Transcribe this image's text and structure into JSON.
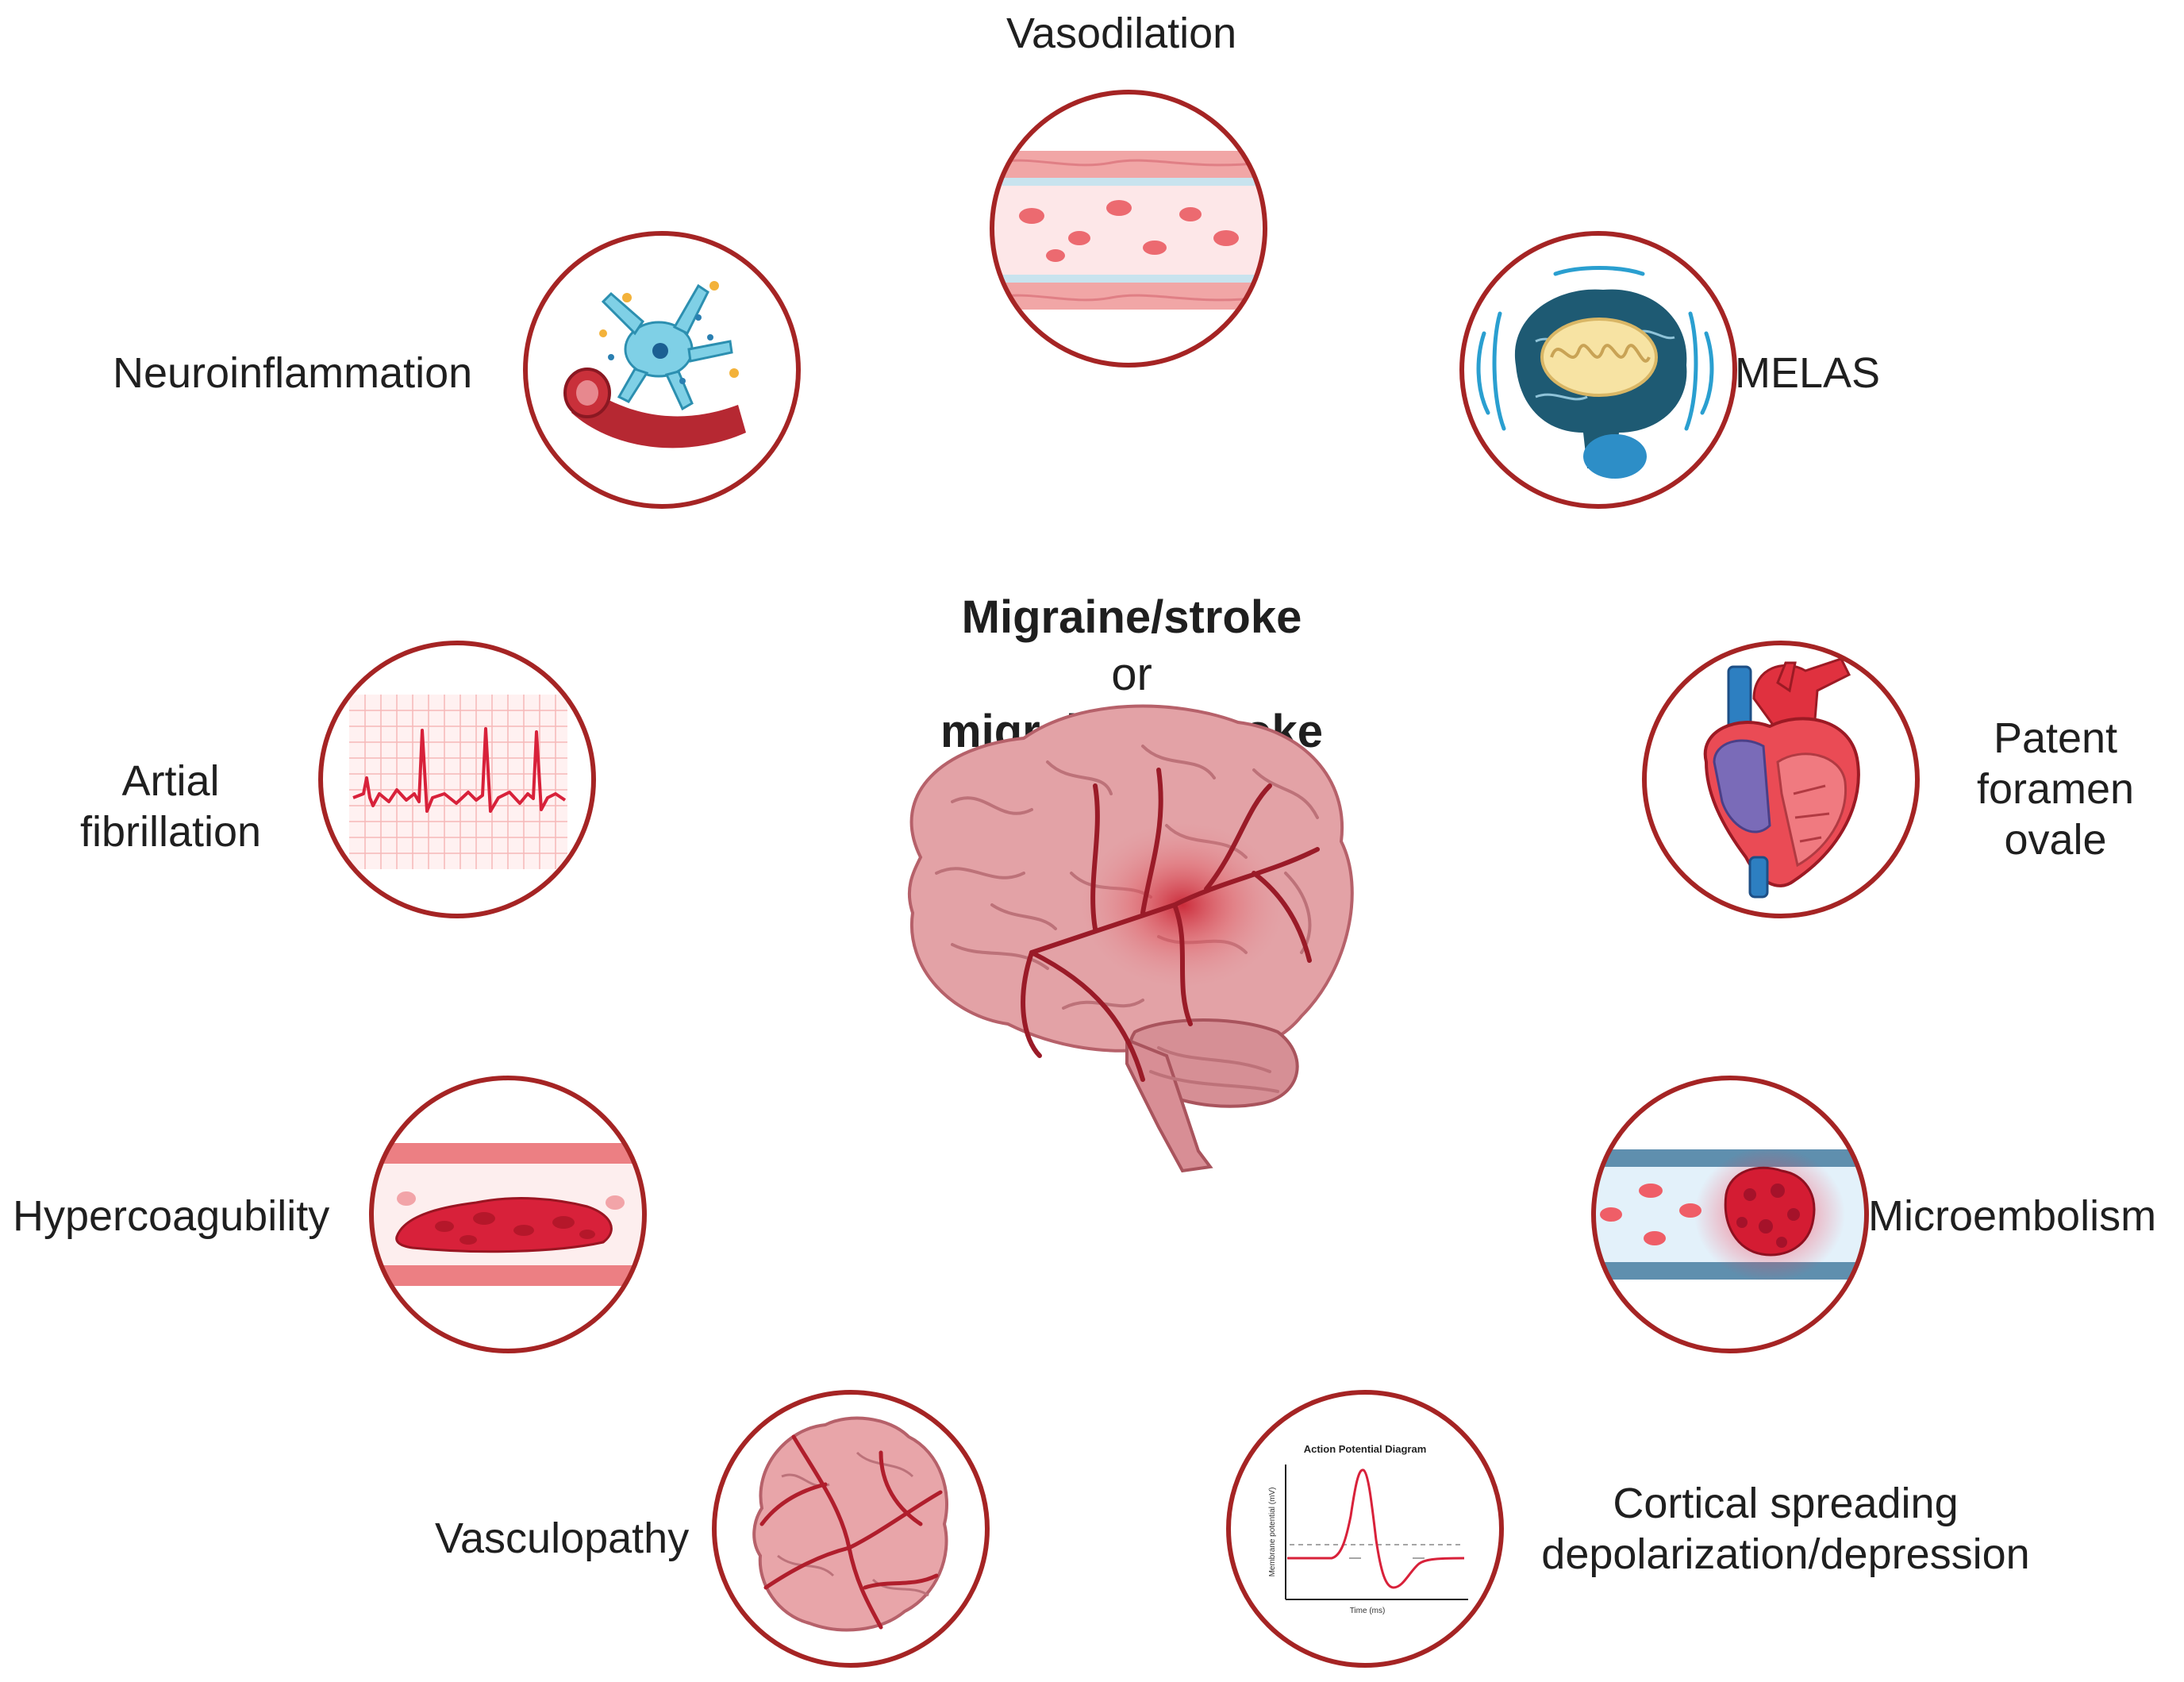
{
  "center": {
    "line1": "Migraine/stroke",
    "line2": "or",
    "line3": "migraine + stroke"
  },
  "factors": {
    "vasodilation": "Vasodilation",
    "melas": "MELAS",
    "neuroinflammation": "Neuroinflammation",
    "patent_foramen_ovale": [
      "Patent",
      "foramen",
      "ovale"
    ],
    "atrial_fibrillation": [
      "Artial",
      "fibrillation"
    ],
    "microembolism": "Microembolism",
    "hypercoagubility": "Hypercoagubility",
    "cortical_spreading": [
      "Cortical spreading",
      "depolarization/depression"
    ],
    "vasculopathy": "Vasculopathy"
  },
  "action_potential": {
    "title": "Action Potential Diagram",
    "ylabel": "Membrane potential (mV)",
    "xlabel": "Time (ms)"
  },
  "colors": {
    "circle_border": "#a52424",
    "blood_red": "#d8213a",
    "vessel_pink": "#ef8e8e",
    "brain_pink": "#dc9a9e",
    "mito_navy": "#1e5a73",
    "heart_blue": "#2d7fc1"
  }
}
